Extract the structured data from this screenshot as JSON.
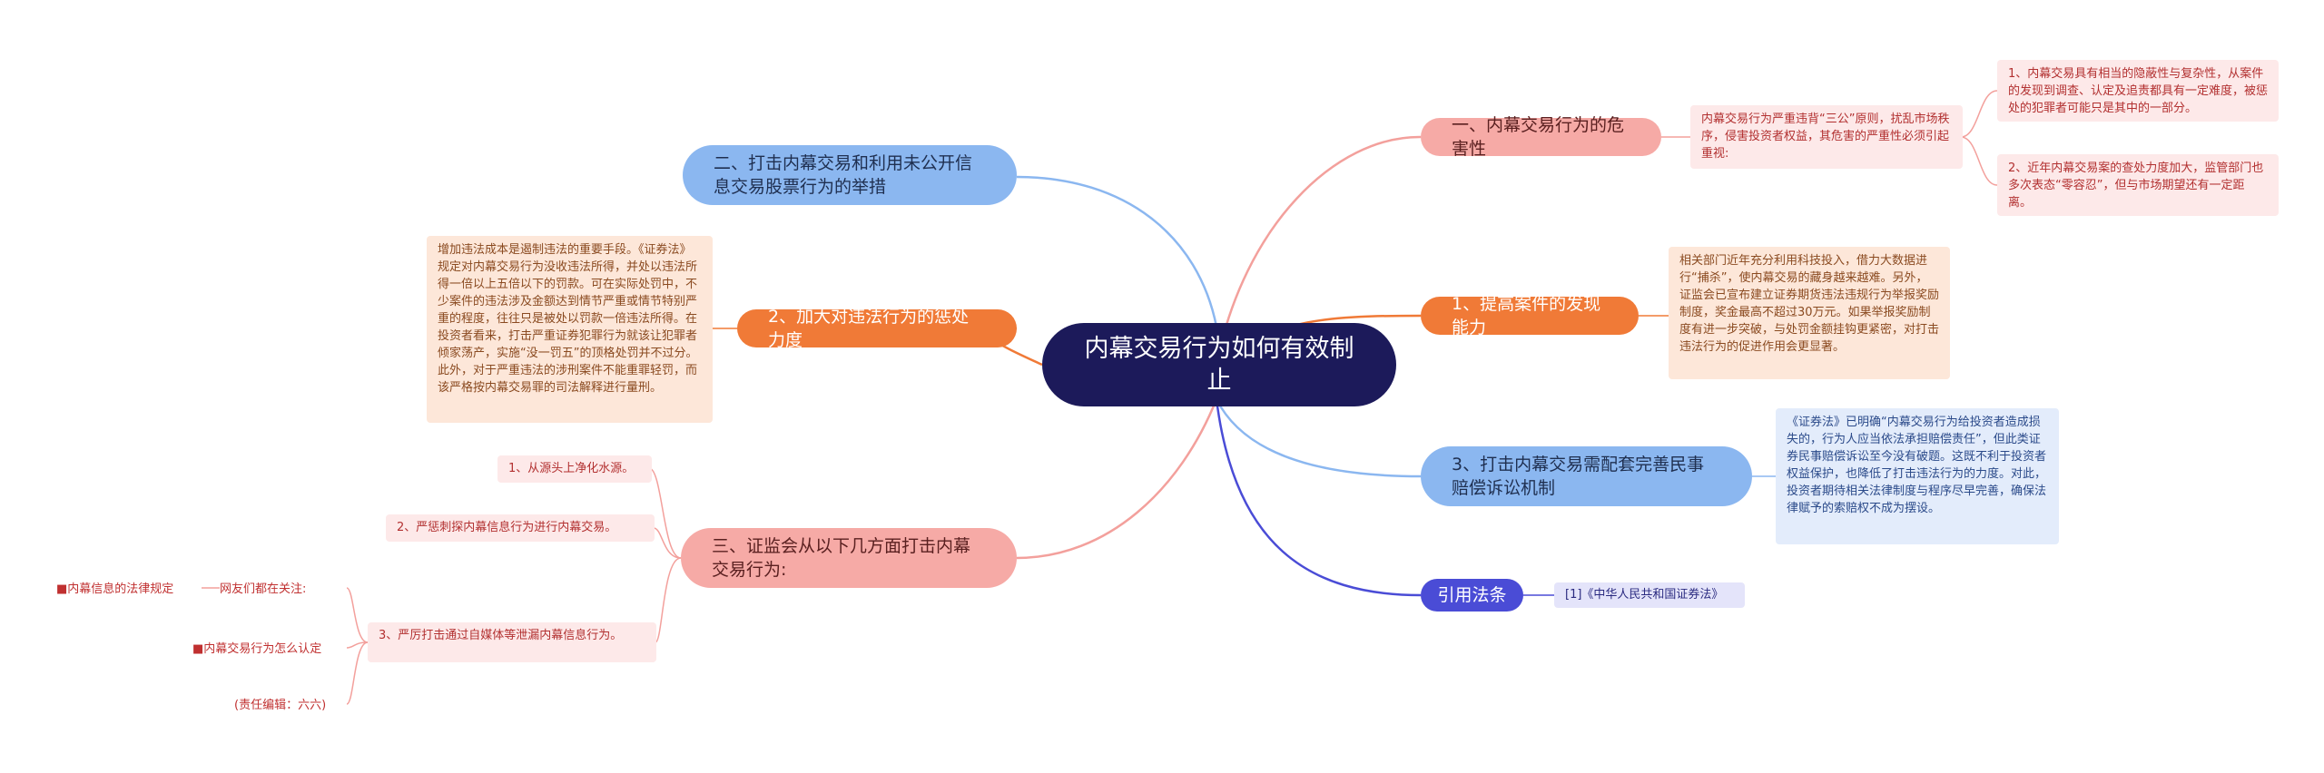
{
  "root": {
    "title": "内幕交易行为如何有效制止"
  },
  "right": {
    "harm": {
      "label": "一、内幕交易行为的危害性",
      "desc": "内幕交易行为严重违背“三公”原则，扰乱市场秩序，侵害投资者权益，其危害的严重性必须引起重视:",
      "points": [
        "1、内幕交易具有相当的隐蔽性与复杂性，从案件的发现到调查、认定及追责都具有一定难度，被惩处的犯罪者可能只是其中的一部分。",
        "2、近年内幕交易案的查处力度加大，监管部门也多次表态“零容忍”，但与市场期望还有一定距离。"
      ]
    },
    "detect": {
      "label": "1、提高案件的发现能力",
      "desc": "相关部门近年充分利用科技投入，借力大数据进行“捕杀”，使内幕交易的藏身越来越难。另外，证监会已宣布建立证券期货违法违规行为举报奖励制度，奖金最高不超过30万元。如果举报奖励制度有进一步突破，与处罚金额挂钩更紧密，对打击违法行为的促进作用会更显著。"
    },
    "civil": {
      "label": "3、打击内幕交易需配套完善民事赔偿诉讼机制",
      "desc": "《证券法》已明确“内幕交易行为给投资者造成损失的，行为人应当依法承担赔偿责任”，但此类证券民事赔偿诉讼至今没有破题。这既不利于投资者权益保护，也降低了打击违法行为的力度。对此，投资者期待相关法律制度与程序尽早完善，确保法律赋予的索赔权不成为摆设。"
    },
    "cite": {
      "label": "引用法条",
      "item": "[1]《中华人民共和国证券法》"
    }
  },
  "left": {
    "measures": {
      "label": "二、打击内幕交易和利用未公开信息交易股票行为的举措"
    },
    "penalty": {
      "label": "2、加大对违法行为的惩处力度",
      "desc": "增加违法成本是遏制违法的重要手段。《证券法》规定对内幕交易行为没收违法所得，并处以违法所得一倍以上五倍以下的罚款。可在实际处罚中，不少案件的违法涉及金额达到情节严重或情节特别严重的程度，往往只是被处以罚款一倍违法所得。在投资者看来，打击严重证券犯罪行为就该让犯罪者倾家荡产，实施“没一罚五”的顶格处罚并不过分。此外，对于严重违法的涉刑案件不能重罪轻罚，而该严格按内幕交易罪的司法解释进行量刑。"
    },
    "csrc": {
      "label": "三、证监会从以下几方面打击内幕交易行为:",
      "items": [
        "1、从源头上净化水源。",
        "2、严惩刺探内幕信息行为进行内幕交易。",
        "3、严厉打击通过自媒体等泄漏内幕信息行为。"
      ],
      "followers": "网友们都在关注:",
      "links": [
        "■内幕信息的法律规定",
        "■内幕交易行为怎么认定"
      ],
      "editor": "(责任编辑：六六)"
    }
  },
  "colors": {
    "root": "#1c1a5a",
    "pink": "#f6aaa6",
    "orange": "#f07a37",
    "blue": "#8bb7f0",
    "indigo": "#4a4cd6"
  }
}
